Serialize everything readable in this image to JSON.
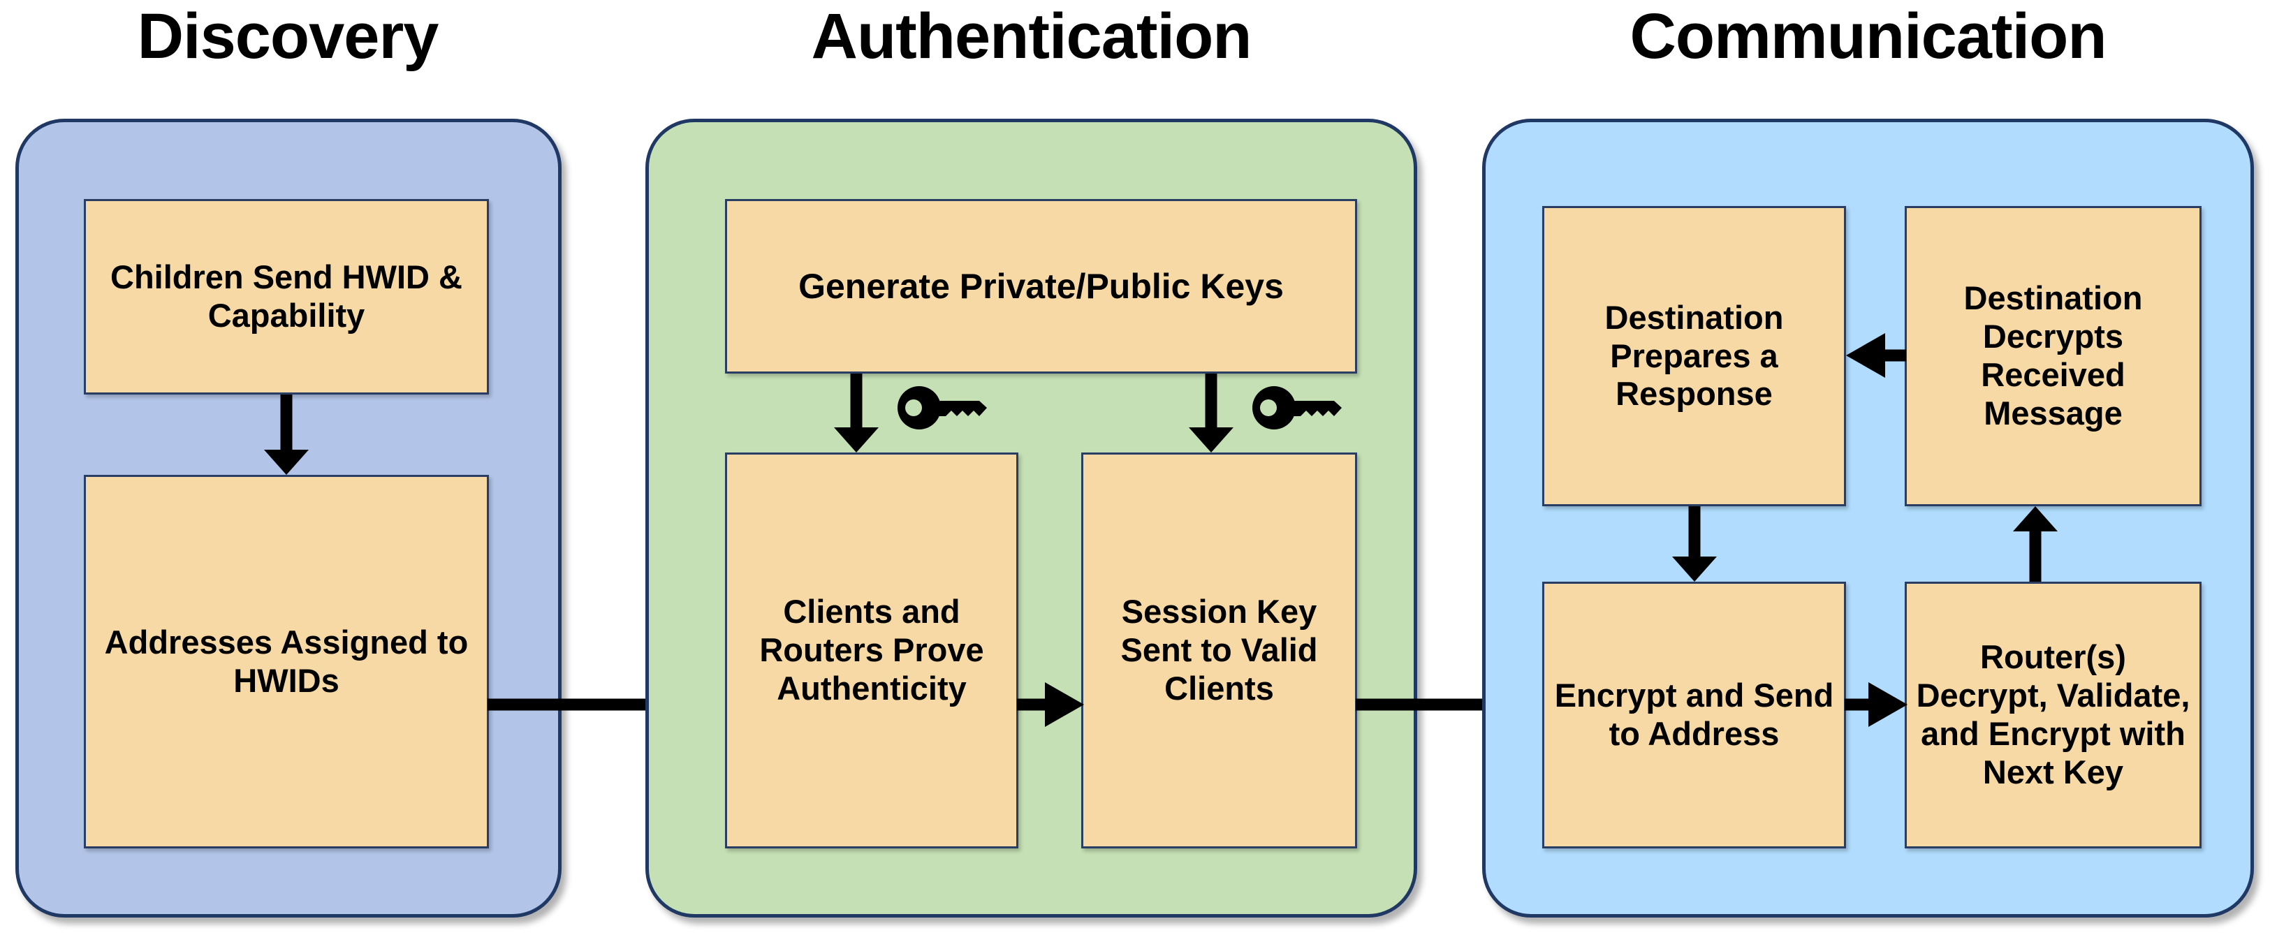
{
  "diagram": {
    "title_discovery": "Discovery",
    "title_authentication": "Authentication",
    "title_communication": "Communication"
  },
  "colors": {
    "panel_discovery_fill": "#B2C5E8",
    "panel_authentication_fill": "#C5E0B4",
    "panel_communication_fill": "#B1DCFD",
    "panel_border": "#1F3864",
    "step_fill": "#F6D9A4",
    "step_border": "#2A3E63",
    "arrow": "#000000",
    "text": "#000000"
  },
  "phases": [
    {
      "name": "Discovery",
      "steps": [
        {
          "id": "children-send-hwid",
          "label": "Children Send HWID & Capability"
        },
        {
          "id": "addresses-assigned",
          "label": "Addresses Assigned to HWIDs"
        }
      ]
    },
    {
      "name": "Authentication",
      "steps": [
        {
          "id": "generate-keys",
          "label": "Generate Private/Public Keys"
        },
        {
          "id": "prove-authenticity",
          "label": "Clients and Routers Prove Authenticity"
        },
        {
          "id": "session-key-sent",
          "label": "Session Key Sent to Valid Clients"
        }
      ],
      "icons": [
        {
          "id": "key-left",
          "name": "key-icon"
        },
        {
          "id": "key-right",
          "name": "key-icon"
        }
      ]
    },
    {
      "name": "Communication",
      "steps": [
        {
          "id": "destination-prepares-response",
          "label": "Destination Prepares a Response"
        },
        {
          "id": "destination-decrypts",
          "label": "Destination Decrypts Received Message"
        },
        {
          "id": "encrypt-and-send",
          "label": "Encrypt and Send to Address"
        },
        {
          "id": "routers-decrypt",
          "label": "Router(s) Decrypt, Validate, and Encrypt with Next Key"
        }
      ]
    }
  ],
  "connections": [
    {
      "id": "discovery-internal-down",
      "from": "children-send-hwid",
      "to": "addresses-assigned",
      "direction": "down"
    },
    {
      "id": "discovery-to-authentication",
      "from": "addresses-assigned",
      "to": "prove-authenticity",
      "direction": "right"
    },
    {
      "id": "keys-to-prove",
      "from": "generate-keys",
      "to": "prove-authenticity",
      "direction": "down"
    },
    {
      "id": "keys-to-session",
      "from": "generate-keys",
      "to": "session-key-sent",
      "direction": "down"
    },
    {
      "id": "prove-to-session",
      "from": "prove-authenticity",
      "to": "session-key-sent",
      "direction": "right"
    },
    {
      "id": "authentication-to-communication",
      "from": "session-key-sent",
      "to": "encrypt-and-send",
      "direction": "right"
    },
    {
      "id": "encrypt-to-routers",
      "from": "encrypt-and-send",
      "to": "routers-decrypt",
      "direction": "right"
    },
    {
      "id": "routers-to-destination-decrypts",
      "from": "routers-decrypt",
      "to": "destination-decrypts",
      "direction": "up"
    },
    {
      "id": "decrypts-to-prepares",
      "from": "destination-decrypts",
      "to": "destination-prepares-response",
      "direction": "left"
    },
    {
      "id": "prepares-to-encrypt",
      "from": "destination-prepares-response",
      "to": "encrypt-and-send",
      "direction": "down"
    }
  ]
}
